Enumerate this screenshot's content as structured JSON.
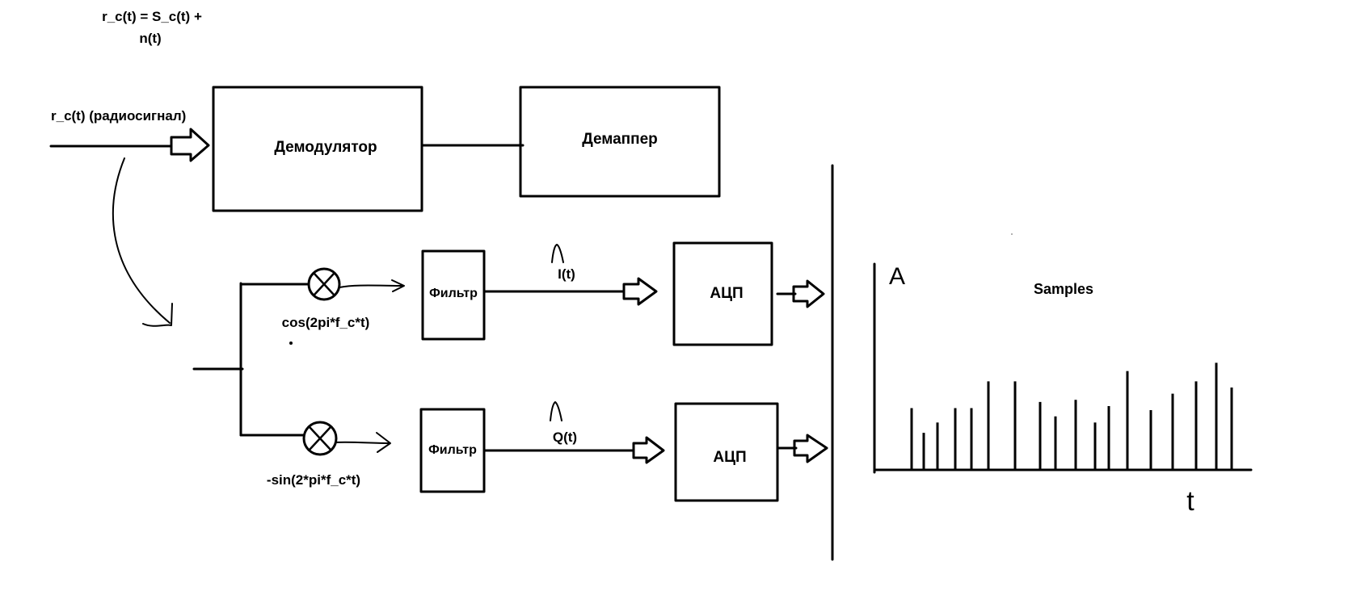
{
  "formula": {
    "line1": "r_c(t) = S_c(t) +",
    "line2": "n(t)"
  },
  "input_label": "r_c(t) (радиосигнал)",
  "blocks": {
    "demodulator": "Демодулятор",
    "demapper": "Демаппер",
    "filter_top": "Фильтр",
    "filter_bottom": "Фильтр",
    "adc_top": "АЦП",
    "adc_bottom": "АЦП"
  },
  "mixers": {
    "top_label": "cos(2pi*f_c*t)",
    "bottom_label": "-sin(2*pi*f_c*t)"
  },
  "signals": {
    "i_label": "I(t)",
    "q_label": "Q(t)"
  },
  "samples_plot": {
    "title": "Samples",
    "y_axis_label": "A",
    "x_axis_label": "t"
  },
  "chart_data": {
    "type": "bar",
    "title": "Samples",
    "ylabel": "A",
    "xlabel": "t",
    "values": [
      0.3,
      0.18,
      0.23,
      0.3,
      0.3,
      0.43,
      0.43,
      0.33,
      0.26,
      0.34,
      0.23,
      0.31,
      0.48,
      0.29,
      0.37,
      0.43,
      0.52,
      0.4
    ]
  },
  "colors": {
    "ink": "#000000",
    "background": "#ffffff"
  }
}
